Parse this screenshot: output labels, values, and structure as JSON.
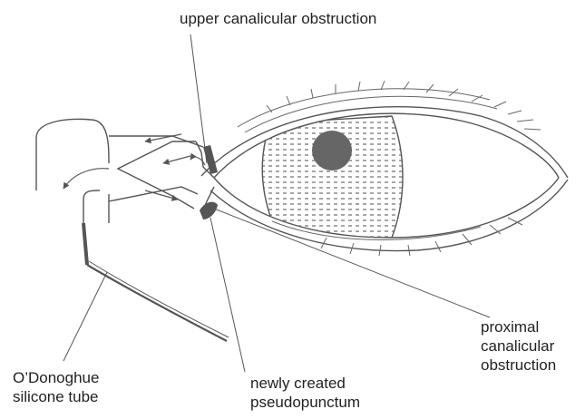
{
  "labels": {
    "upper_obstruction": "upper canalicular obstruction",
    "silicone_tube": [
      "O’Donoghue",
      "silicone tube"
    ],
    "pseudopunctum": [
      "newly created",
      "pseudopunctum"
    ],
    "proximal_obstruction": [
      "proximal",
      "canalicular",
      "obstruction"
    ]
  },
  "colors": {
    "line": "#555555",
    "text": "#222222",
    "obstruction": "#555555",
    "pupil": "#666666",
    "iris_hatch": "#777777"
  }
}
